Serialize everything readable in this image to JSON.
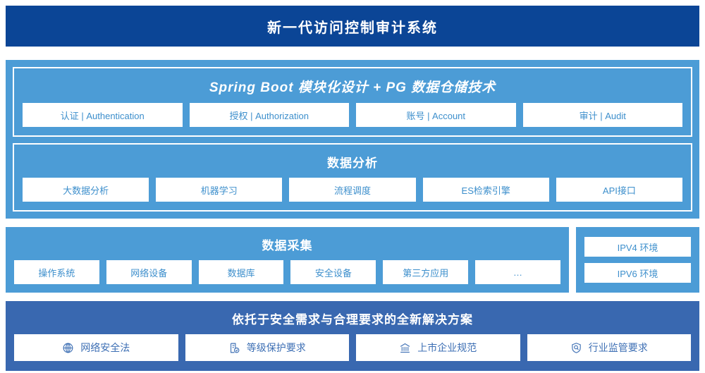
{
  "header": {
    "title": "新一代访问控制审计系统",
    "bg_color": "#0b4596"
  },
  "colors": {
    "primary_dark": "#0b4596",
    "panel_blue": "#4c9cd6",
    "bottom_blue": "#3968b0",
    "chip_text": "#3d8fcc",
    "bottom_chip_text": "#3d6fb4",
    "chip_bg": "#ffffff"
  },
  "platform": {
    "framework": {
      "title": "Spring Boot 模块化设计 + PG 数据仓储技术",
      "chips": [
        {
          "label": "认证 | Authentication"
        },
        {
          "label": "授权 | Authorization"
        },
        {
          "label": "账号 | Account"
        },
        {
          "label": "审计 | Audit"
        }
      ]
    },
    "analysis": {
      "title": "数据分析",
      "chips": [
        {
          "label": "大数据分析"
        },
        {
          "label": "机器学习"
        },
        {
          "label": "流程调度"
        },
        {
          "label": "ES检索引擎"
        },
        {
          "label": "API接口"
        }
      ]
    }
  },
  "collection": {
    "title": "数据采集",
    "chips": [
      {
        "label": "操作系统"
      },
      {
        "label": "网络设备"
      },
      {
        "label": "数据库"
      },
      {
        "label": "安全设备"
      },
      {
        "label": "第三方应用"
      },
      {
        "label": "…"
      }
    ],
    "environments": [
      {
        "label": "IPV4 环境"
      },
      {
        "label": "IPV6 环境"
      }
    ]
  },
  "solution": {
    "title": "依托于安全需求与合理要求的全新解决方案",
    "chips": [
      {
        "label": "网络安全法",
        "icon": "globe-icon"
      },
      {
        "label": "等级保护要求",
        "icon": "document-check-icon"
      },
      {
        "label": "上市企业规范",
        "icon": "bank-icon"
      },
      {
        "label": "行业监管要求",
        "icon": "shield-search-icon"
      }
    ]
  }
}
